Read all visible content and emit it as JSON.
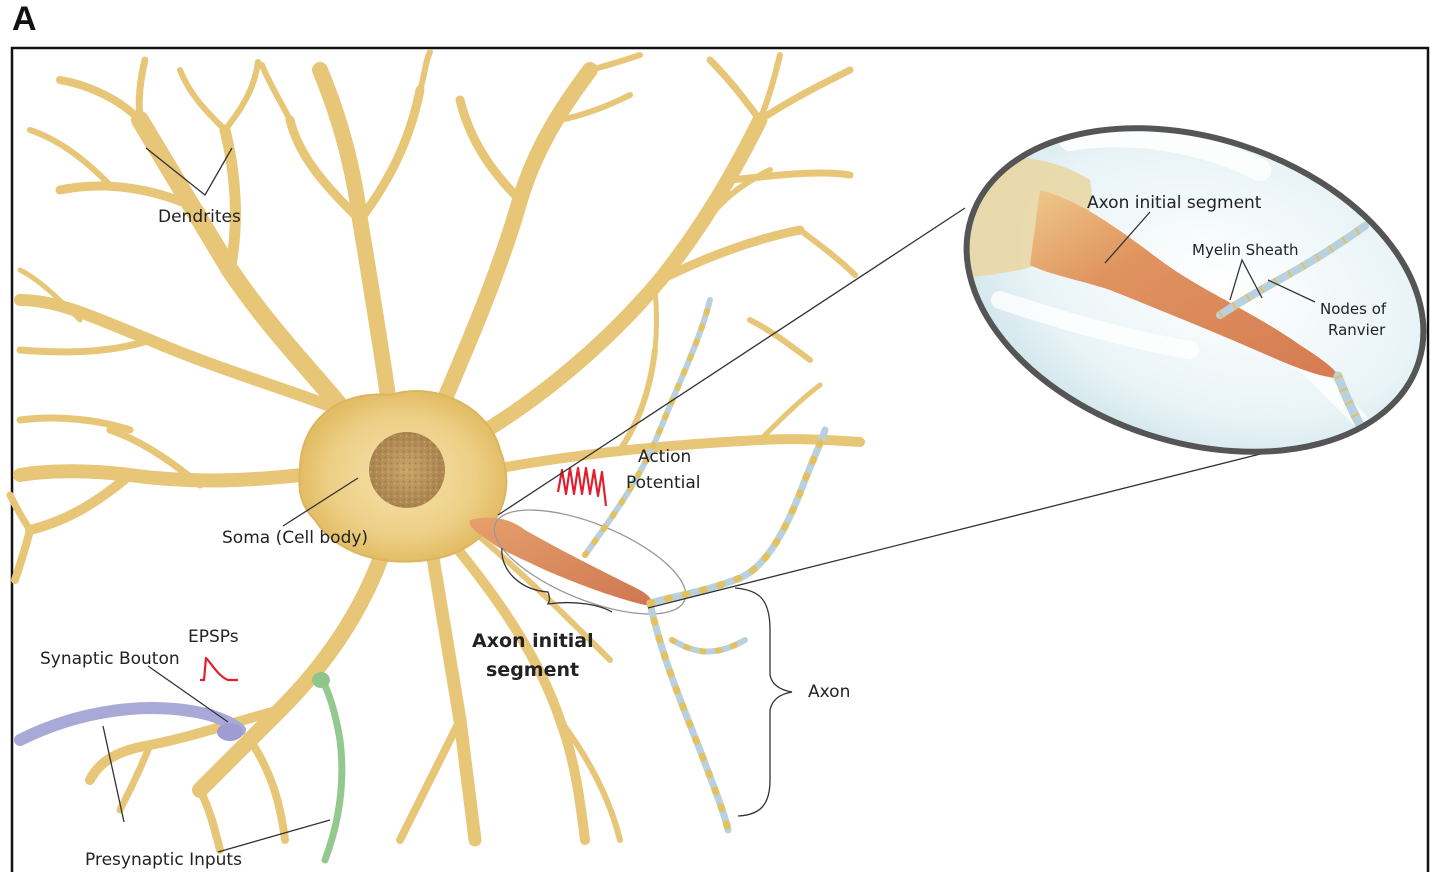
{
  "panel_letter": "A",
  "labels": {
    "dendrites": "Dendrites",
    "soma": "Soma (Cell body)",
    "action_potential_1": "Action",
    "action_potential_2": "Potential",
    "axon_initial_segment_1": "Axon initial",
    "axon_initial_segment_2": "segment",
    "axon": "Axon",
    "epsps": "EPSPs",
    "synaptic_bouton": "Synaptic Bouton",
    "presynaptic_inputs": "Presynaptic Inputs",
    "inset_axon_initial_segment": "Axon initial segment",
    "inset_myelin_sheath": "Myelin Sheath",
    "inset_nodes_of_1": "Nodes of",
    "inset_nodes_of_2": "Ranvier"
  },
  "colors": {
    "neuron": "#e8c678",
    "neuron_dark": "#d9b25c",
    "ais": "#d9835a",
    "myelin": "#b7cfdc",
    "node": "#e3c25e",
    "bouton": "#a9a9d8",
    "presynaptic_green": "#93c98f",
    "signal_red": "#e0202e",
    "frame": "#111111"
  }
}
